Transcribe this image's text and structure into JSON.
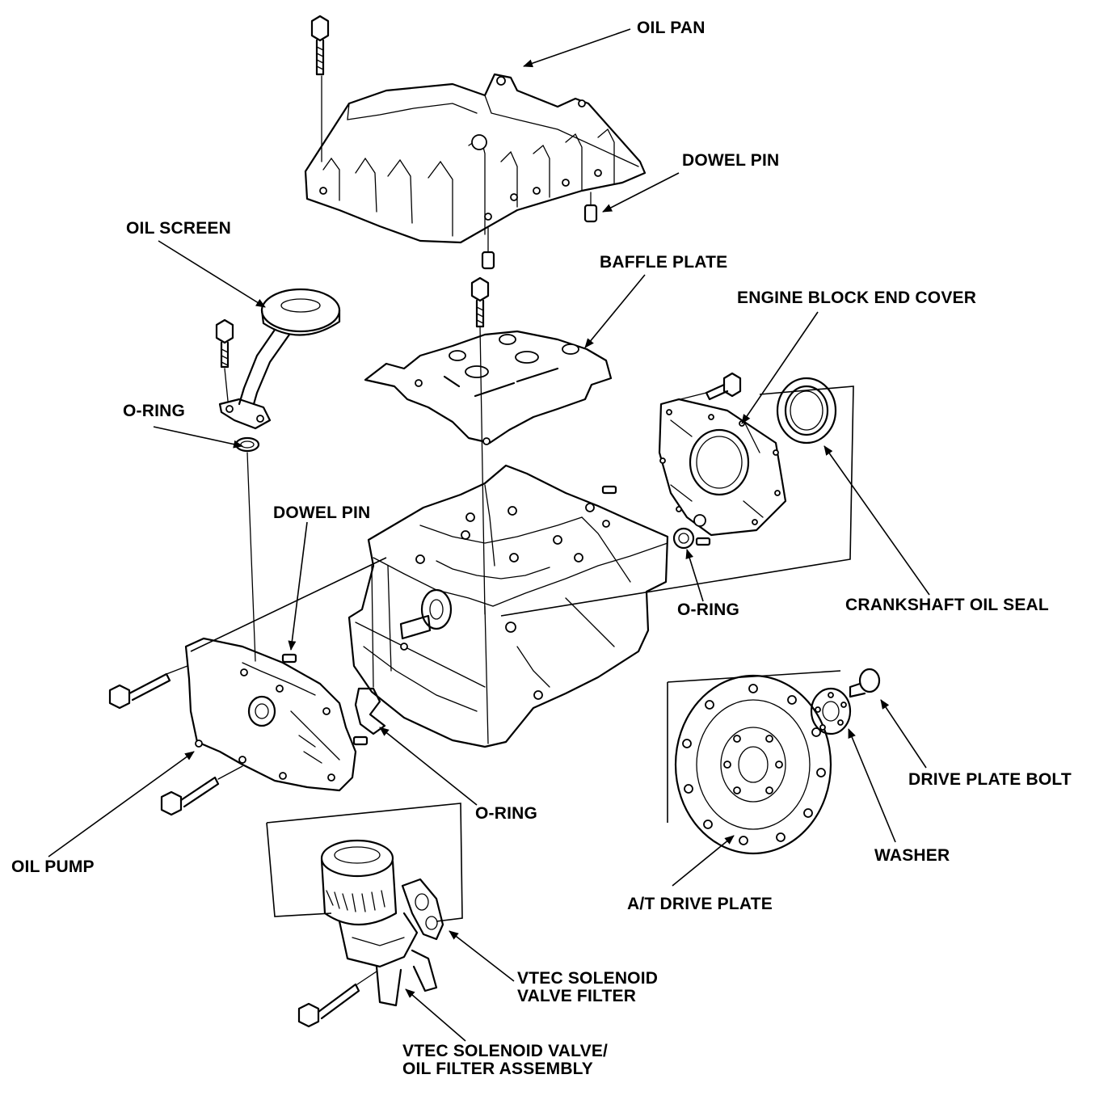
{
  "labels": {
    "oil_pan": "OIL PAN",
    "dowel_pin_top": "DOWEL PIN",
    "oil_screen": "OIL SCREEN",
    "baffle_plate": "BAFFLE PLATE",
    "engine_block_end_cover": "ENGINE BLOCK END COVER",
    "o_ring_left": "O-RING",
    "dowel_pin_mid": "DOWEL PIN",
    "o_ring_mid": "O-RING",
    "crankshaft_oil_seal": "CRANKSHAFT OIL SEAL",
    "drive_plate_bolt": "DRIVE PLATE BOLT",
    "o_ring_bottom": "O-RING",
    "washer": "WASHER",
    "oil_pump": "OIL PUMP",
    "at_drive_plate": "A/T DRIVE PLATE",
    "vtec_filter_1": "VTEC SOLENOID",
    "vtec_filter_2": "VALVE FILTER",
    "vtec_assembly_1": "VTEC SOLENOID VALVE/",
    "vtec_assembly_2": "OIL FILTER ASSEMBLY"
  }
}
